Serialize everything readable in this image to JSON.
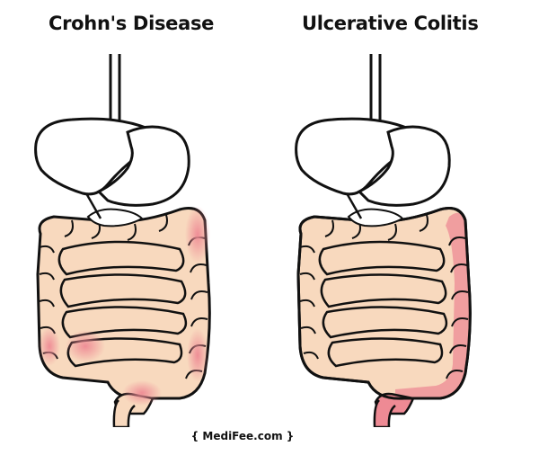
{
  "diagram": {
    "left": {
      "title": "Crohn's Disease",
      "affected": "patchy"
    },
    "right": {
      "title": "Ulcerative Colitis",
      "affected": "continuous"
    }
  },
  "footer": {
    "credit": "{ MediFee.com }"
  },
  "colors": {
    "intestine": "#F8D9BE",
    "inflamed": "#EE8A94",
    "outline": "#111111",
    "organ": "#FFFFFF"
  }
}
